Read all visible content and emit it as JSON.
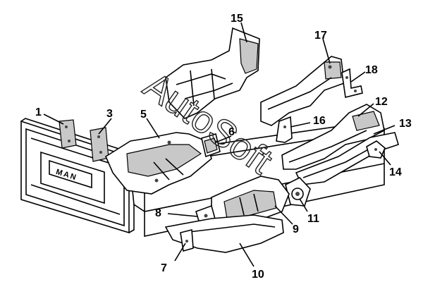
{
  "diagram": {
    "labels": {
      "l1": "1",
      "l3": "3",
      "l5": "5",
      "l6": "6",
      "l7": "7",
      "l8": "8",
      "l9": "9",
      "l10": "10",
      "l11": "11",
      "l12": "12",
      "l13": "13",
      "l14": "14",
      "l15": "15",
      "l16": "16",
      "l17": "17",
      "l18": "18"
    },
    "grille_logo": "MAN",
    "watermark": "AutoSoft"
  }
}
